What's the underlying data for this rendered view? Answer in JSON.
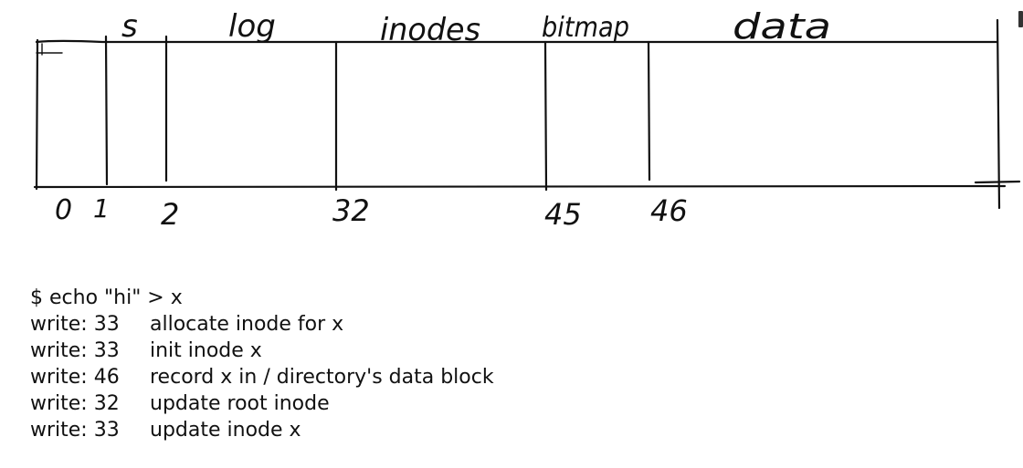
{
  "disk": {
    "region_labels": [
      {
        "id": "superblock",
        "text": "s"
      },
      {
        "id": "log",
        "text": "log"
      },
      {
        "id": "inodes",
        "text": "inodes"
      },
      {
        "id": "bitmap",
        "text": "bitmap"
      },
      {
        "id": "data",
        "text": "data"
      }
    ],
    "block_numbers": [
      "0",
      "1",
      "2",
      "32",
      "45",
      "46"
    ]
  },
  "terminal": {
    "command": "$ echo \"hi\" > x",
    "writes": [
      {
        "op": "write: 33",
        "desc": "allocate inode for x"
      },
      {
        "op": "write: 33",
        "desc": "init inode x"
      },
      {
        "op": "write: 46",
        "desc": "record x in / directory's data block"
      },
      {
        "op": "write: 32",
        "desc": "update root inode"
      },
      {
        "op": "write: 33",
        "desc": "update inode x"
      }
    ]
  },
  "colors": {
    "ink": "#111111",
    "background": "#ffffff"
  }
}
